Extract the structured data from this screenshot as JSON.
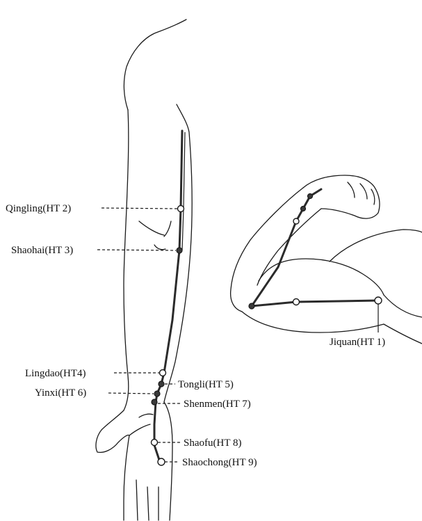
{
  "points": {
    "ht1": {
      "label": "Jiquan(HT 1)",
      "style": "open"
    },
    "ht2": {
      "label": "Qingling(HT 2)",
      "style": "open"
    },
    "ht3": {
      "label": "Shaohai(HT 3)",
      "style": "filled"
    },
    "ht4": {
      "label": "Lingdao(HT4)",
      "style": "open"
    },
    "ht5": {
      "label": "Tongli(HT 5)",
      "style": "filled"
    },
    "ht6": {
      "label": "Yinxi(HT 6)",
      "style": "filled"
    },
    "ht7": {
      "label": "Shenmen(HT 7)",
      "style": "filled"
    },
    "ht8": {
      "label": "Shaofu(HT 8)",
      "style": "open"
    },
    "ht9": {
      "label": "Shaochong(HT 9)",
      "style": "open"
    }
  },
  "colors": {
    "line": "#1a1a1a",
    "meridian": "#2b2b2b",
    "background": "#ffffff"
  }
}
